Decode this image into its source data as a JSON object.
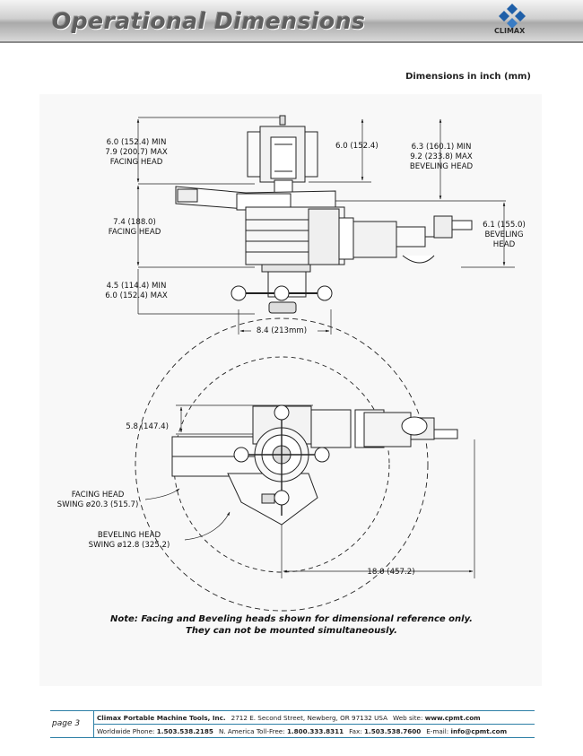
{
  "header": {
    "title": "Operational Dimensions",
    "logo_text": "CLIMAX",
    "logo_color": "#1f5fa8"
  },
  "units_note": "Dimensions in inch (mm)",
  "side_view": {
    "facing_head_height": [
      "6.0 (152.4) MIN",
      "7.9 (200.7) MAX",
      "FACING HEAD"
    ],
    "top_height": "6.0 (152.4)",
    "beveling_head_height": [
      "6.3 (160.1) MIN",
      "9.2 (233.8) MAX",
      "BEVELING HEAD"
    ],
    "facing_head_body": [
      "7.4 (188.0)",
      "FACING HEAD"
    ],
    "beveling_head_body": [
      "6.1 (155.0)",
      "BEVELING",
      "HEAD"
    ],
    "clamp_range": [
      "4.5 (114.4) MIN",
      "6.0 (152.4) MAX"
    ],
    "base_width": "8.4 (213mm)"
  },
  "top_view": {
    "offset": "5.8 (147.4)",
    "facing_swing": [
      "FACING HEAD",
      "SWING ø20.3 (515.7)"
    ],
    "beveling_swing": [
      "BEVELING HEAD",
      "SWING ø12.8 (325.2)"
    ],
    "reach": "18.0 (457.2)"
  },
  "note": {
    "line1": "Note:  Facing and Beveling heads shown for dimensional reference only.",
    "line2": "They can not be mounted simultaneously."
  },
  "footer": {
    "page": "page 3",
    "company": "Climax Portable Machine Tools, Inc.",
    "address": "2712 E. Second Street, Newberg, OR 97132 USA",
    "web_label": "Web site:",
    "web": "www.cpmt.com",
    "ww_phone_label": "Worldwide Phone:",
    "ww_phone": "1.503.538.2185",
    "na_label": "N. America Toll-Free:",
    "na_phone": "1.800.333.8311",
    "fax_label": "Fax:",
    "fax": "1.503.538.7600",
    "email_label": "E-mail:",
    "email": "info@cpmt.com",
    "accent_color": "#2d7fa6"
  }
}
